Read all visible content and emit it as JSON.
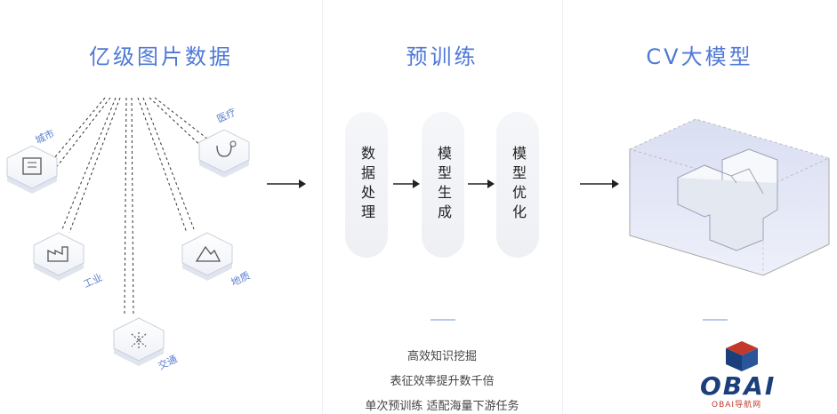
{
  "panels": {
    "data": {
      "title": "亿级图片数据"
    },
    "pretrain": {
      "title": "预训练"
    },
    "model": {
      "title": "CV大模型"
    }
  },
  "sources": [
    {
      "label": "城市",
      "icon": "city-building-icon"
    },
    {
      "label": "医疗",
      "icon": "stethoscope-icon"
    },
    {
      "label": "工业",
      "icon": "factory-icon"
    },
    {
      "label": "地质",
      "icon": "geology-icon"
    },
    {
      "label": "交通",
      "icon": "traffic-icon"
    }
  ],
  "steps": [
    {
      "label": "数据处理"
    },
    {
      "label": "模型生成"
    },
    {
      "label": "模型优化"
    }
  ],
  "features": [
    "高效知识挖掘",
    "表征效率提升数千倍",
    "单次预训练 适配海量下游任务"
  ],
  "logo": {
    "text": "OBAI",
    "subtitle": "OBAI导航网"
  },
  "colors": {
    "accent": "#4f79d6",
    "tile": "#eef0f4",
    "line": "#333333"
  }
}
